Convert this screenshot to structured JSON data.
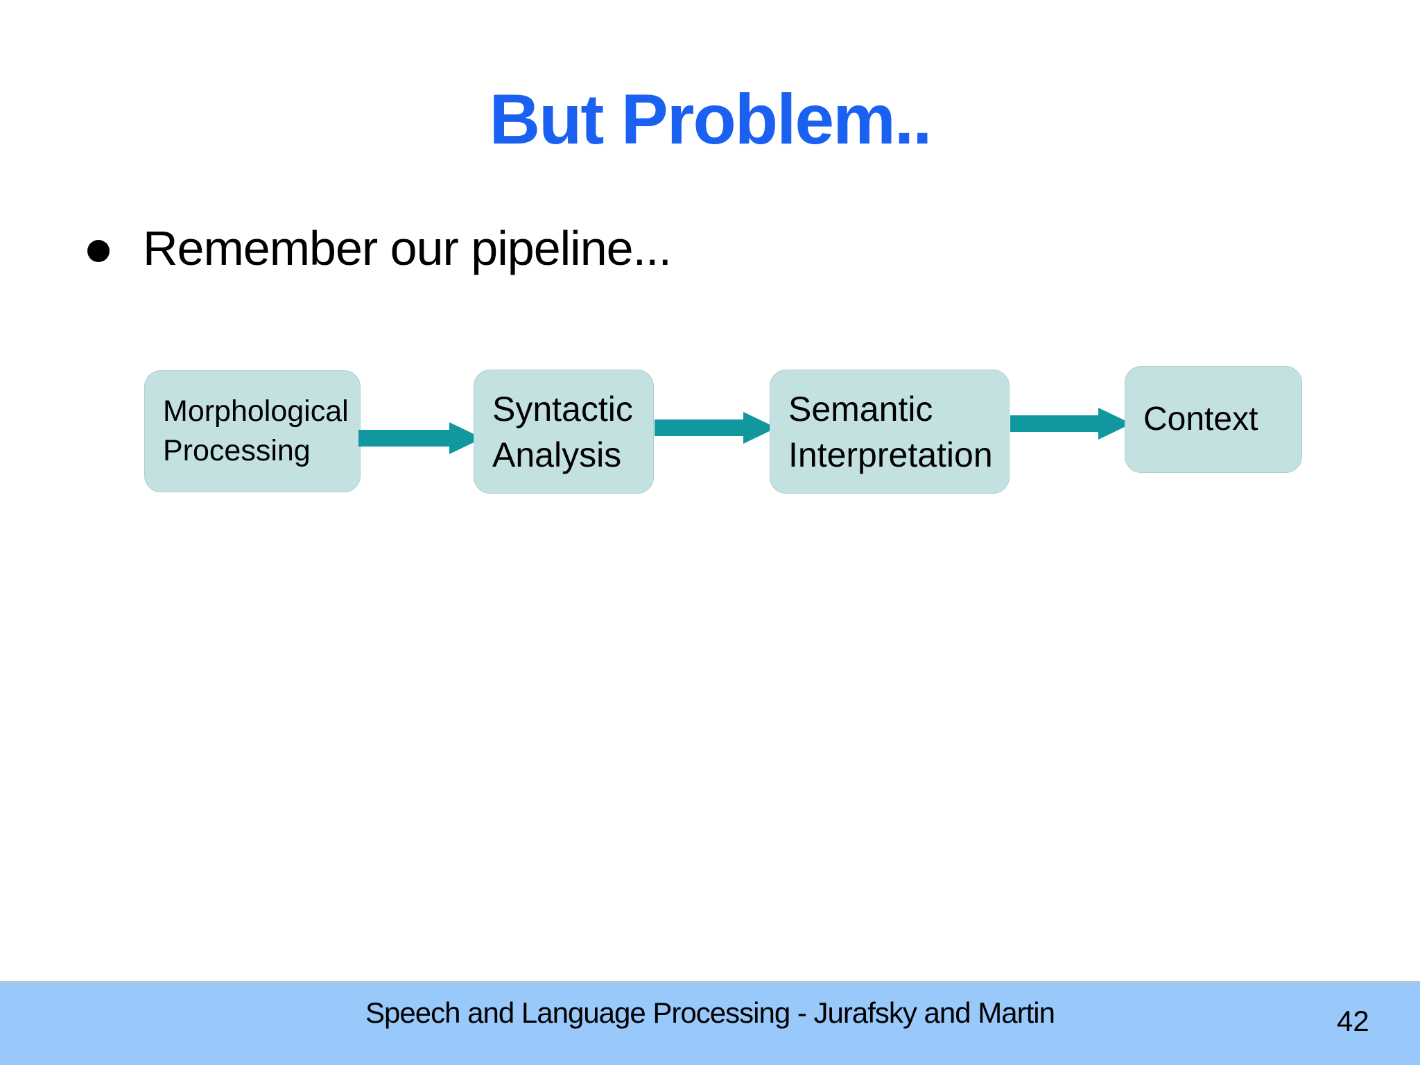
{
  "slide": {
    "title": "But Problem..",
    "bullet": {
      "marker": "•",
      "text": "Remember our pipeline..."
    },
    "pipeline": {
      "box1": {
        "line1": "Morphological",
        "line2": "Processing"
      },
      "box2": {
        "line1": "Syntactic",
        "line2": "Analysis"
      },
      "box3": {
        "line1": "Semantic",
        "line2": "Interpretation"
      },
      "box4": {
        "line1": "Context"
      }
    },
    "footer": {
      "citation": "Speech and Language Processing - Jurafsky and Martin",
      "page_number": "42"
    },
    "colors": {
      "title_text": "#1B61F1",
      "box_fill": "#C4E1E2",
      "box_border": "#A9CFD2",
      "arrow": "#10989E",
      "footer_background": "#99C9FA",
      "body_text": "#000000"
    }
  }
}
